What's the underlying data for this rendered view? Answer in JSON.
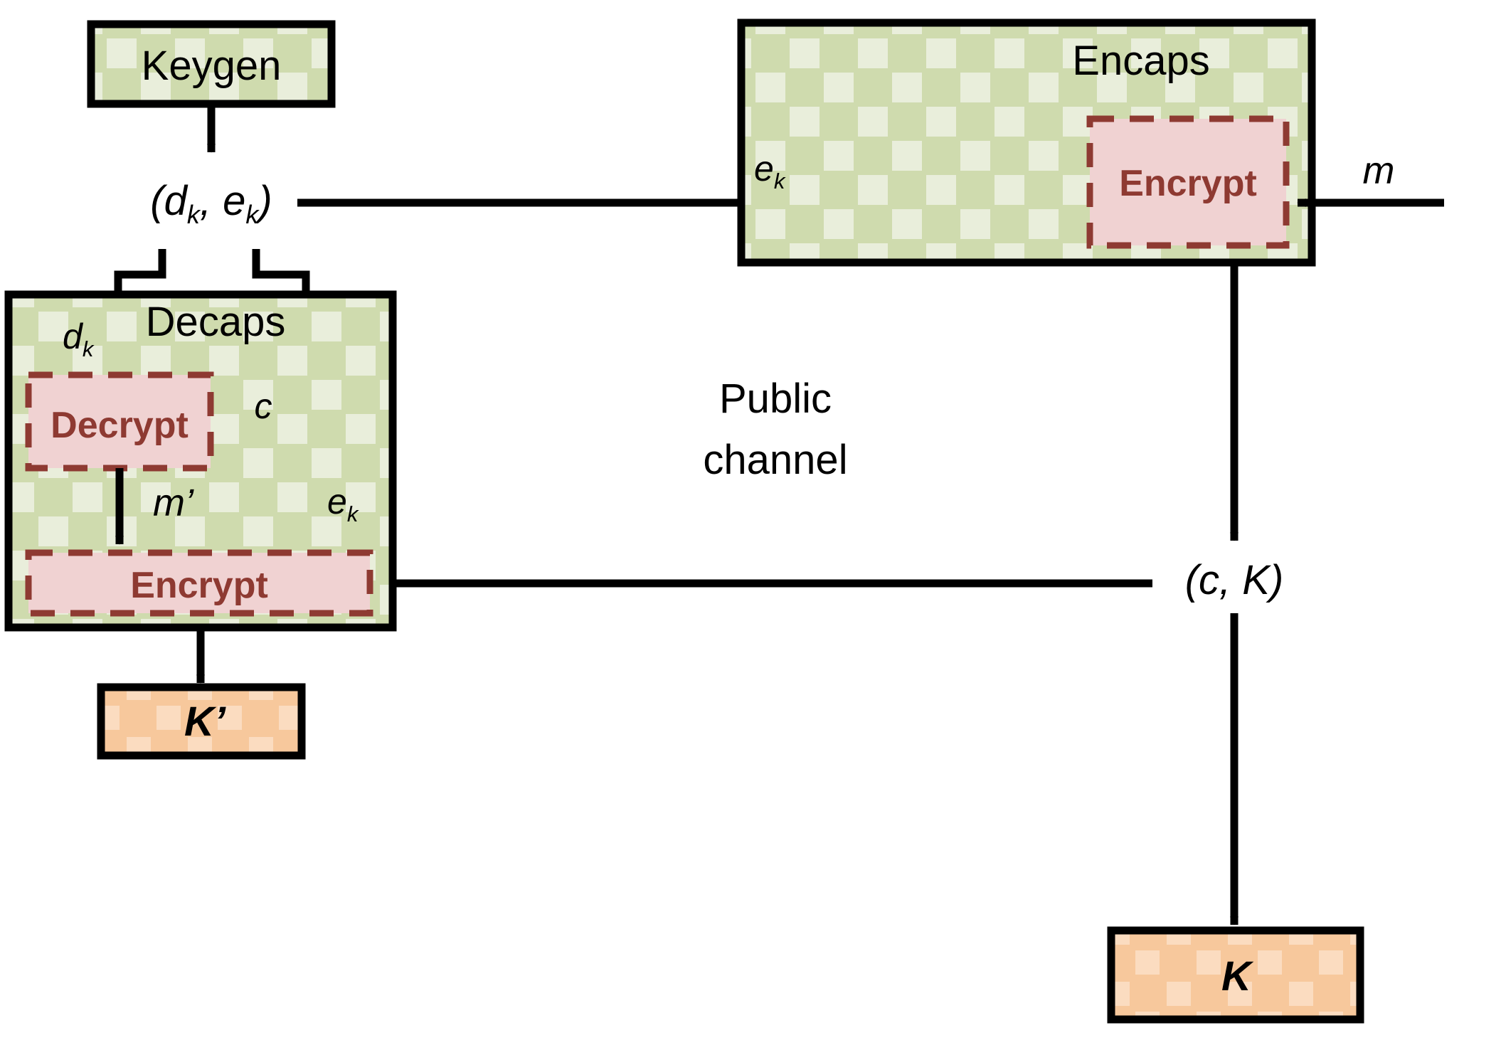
{
  "diagram": {
    "title": "KEM (Key Encapsulation Mechanism) construction diagram",
    "background": "#ffffff"
  },
  "colors": {
    "green_fill": "#cfdbae",
    "green_check": "#e9eedb",
    "pink_fill": "#f0d2d2",
    "crypt_border": "#8e3a32",
    "crypt_text": "#8e3a32",
    "orange_fill": "#f7c89c",
    "orange_check": "#fbdcc0",
    "outline": "#000000",
    "arrow": "#000000"
  },
  "boxes": {
    "keygen": {
      "label": "Keygen"
    },
    "encaps": {
      "label": "Encaps"
    },
    "decaps": {
      "label": "Decaps"
    },
    "encaps_encrypt": {
      "label": "Encrypt"
    },
    "decaps_decrypt": {
      "label": "Decrypt"
    },
    "decaps_encrypt": {
      "label": "Encrypt"
    },
    "shared_key_prime": {
      "label": "K’"
    },
    "shared_key": {
      "label": "K"
    }
  },
  "labels": {
    "keypair": {
      "open": "(",
      "d": "d",
      "d_sub": "k",
      "comma": ", ",
      "e": "e",
      "e_sub": "k",
      "close": ")"
    },
    "keypair_text": "(dk, ek)",
    "ek_encaps": {
      "base": "e",
      "sub": "k"
    },
    "ek_encaps_text": "ek",
    "m": "m",
    "dk_decaps": {
      "base": "d",
      "sub": "k"
    },
    "dk_decaps_text": "dk",
    "ek_decaps": {
      "base": "e",
      "sub": "k"
    },
    "ek_decaps_text": "ek",
    "m_prime": "m’",
    "c": "c",
    "ciphertext_key": {
      "open": "(",
      "c": "c",
      "comma": ", ",
      "K": "K",
      "close": ")"
    },
    "ciphertext_key_text": "(c, K)",
    "public_channel_line1": "Public",
    "public_channel_line2": "channel"
  }
}
